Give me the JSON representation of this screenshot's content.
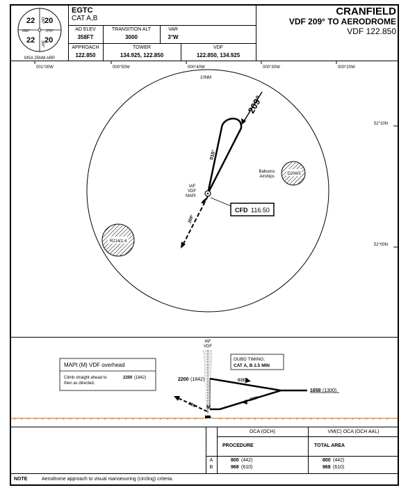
{
  "msa": {
    "label": "MSA 25NM ARP",
    "sectors": {
      "tl": "22",
      "tr": "20",
      "bl": "22",
      "br": "20"
    },
    "bearings": {
      "n": "180°",
      "w": "090°",
      "e": "270°",
      "s": "360°"
    }
  },
  "header": {
    "icao": "EGTC",
    "category": "CAT A,B",
    "ad_elev_label": "AD ELEV",
    "ad_elev_value": "358FT",
    "trans_alt_label": "TRANSITION ALT",
    "trans_alt_value": "3000",
    "var_label": "VAR",
    "var_value": "3°W",
    "approach_label": "APPROACH",
    "approach_value": "122.850",
    "tower_label": "TOWER",
    "tower_value": "134.925, 122.850",
    "vdf_label": "VDF",
    "vdf_value": "122.850, 134.925",
    "airport": "CRANFIELD",
    "procedure": "VDF 209° TO AERODROME",
    "procedure_freq": "VDF 122.850"
  },
  "plan": {
    "long_ticks": [
      "001°00W",
      "000°50W",
      "000°40W",
      "000°30W",
      "000°20W"
    ],
    "lat_ticks": [
      "52°10N",
      "52°00N"
    ],
    "range_label": "10NM",
    "inbound_label": "209°",
    "outbound_label": "015°",
    "final_label": "209°",
    "iaf_label": "IAF",
    "vdf_label": "VDF",
    "mapt_label": "MAPt",
    "balloons_label": "Balloons",
    "airships_label": "Airships",
    "danger_area": "D206/5",
    "restricted_area": "R214/2.4",
    "navaid_ident": "CFD",
    "navaid_freq": "116.50"
  },
  "profile": {
    "iaf_label": "IAF",
    "vdf_label": "VDF",
    "mapt_title": "MAPt (M) VDF overhead",
    "mapt_text_1": "Climb straight ahead to",
    "mapt_alt": "2200",
    "mapt_alt_agl": "(1842)",
    "mapt_text_2": "then as directed.",
    "timing_title": "OUBD TIMING:",
    "timing_value": "CAT A, B 2.5 MIN",
    "alt_left": "2200",
    "alt_left_agl": "(1842)",
    "alt_right": "1658",
    "alt_right_agl": "(1300)",
    "outbound_track": "015°",
    "inbound_track": "209°",
    "missed_track": "209°",
    "mapt_symbol": "M"
  },
  "minima": {
    "oca_header": "OCA (OCH)",
    "vm_header": "VM(C) OCA (OCH AAL)",
    "procedure_label": "PROCEDURE",
    "total_area_label": "TOTAL AREA",
    "rows": [
      {
        "cat": "A",
        "oca": "800",
        "och": "(442)",
        "vm_oca": "800",
        "vm_och": "(442)"
      },
      {
        "cat": "B",
        "oca": "968",
        "och": "(610)",
        "vm_oca": "968",
        "vm_och": "(610)"
      }
    ]
  },
  "note": {
    "label": "NOTE",
    "text": "Aerodrome approach to visual manoeuvring (circling) criteria."
  }
}
